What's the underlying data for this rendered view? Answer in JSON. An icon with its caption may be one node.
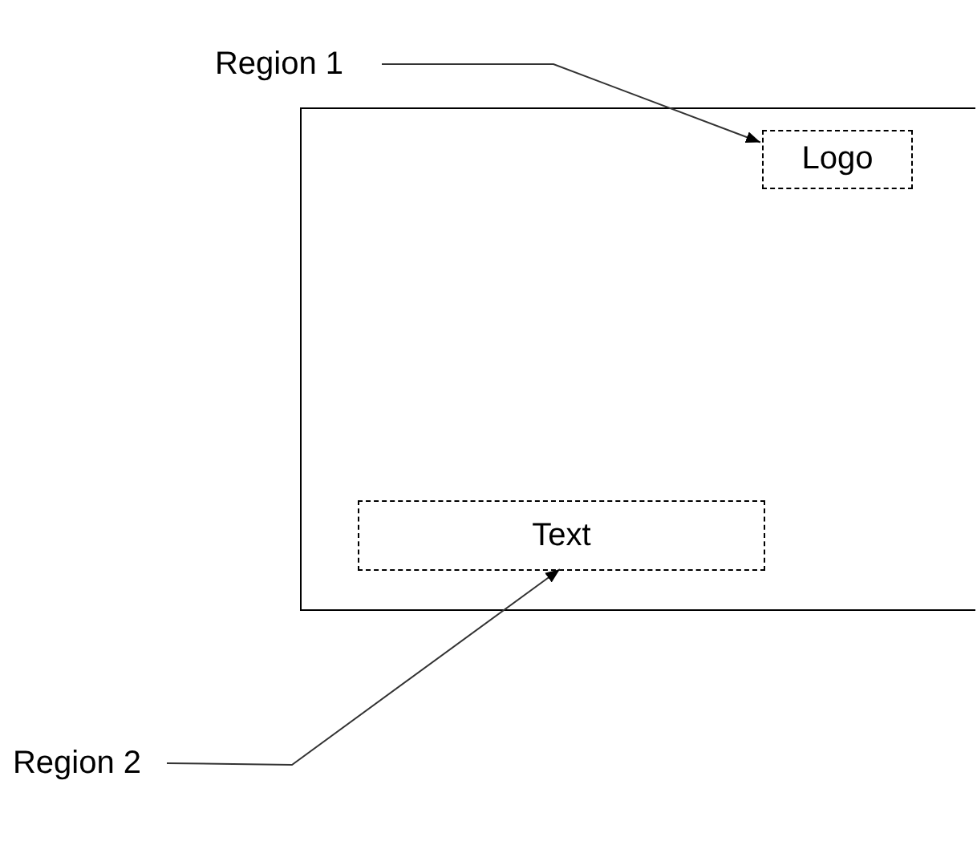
{
  "diagram": {
    "nodes": [
      {
        "text": [
          "Region 1"
        ]
      },
      {
        "text": [],
        "shape": "box"
      },
      {
        "text": [
          "Logo"
        ],
        "in": 1
      },
      {
        "text": [
          "Text"
        ],
        "in": 1
      },
      {
        "text": [
          "Region 2"
        ]
      }
    ],
    "edges": [
      {
        "from": 0,
        "to": 2,
        "arrow": "to"
      },
      {
        "from": 4,
        "to": 3,
        "arrow": "to"
      }
    ]
  }
}
